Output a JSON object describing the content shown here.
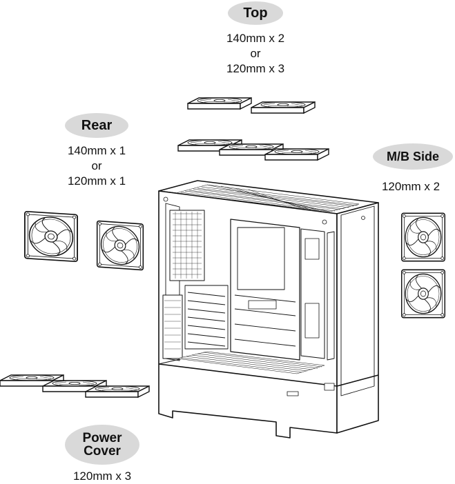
{
  "zones": {
    "top": {
      "title": "Top",
      "line1": "140mm x 2",
      "line2": "or",
      "line3": "120mm x 3"
    },
    "rear": {
      "title": "Rear",
      "line1": "140mm x 1",
      "line2": "or",
      "line3": "120mm x 1"
    },
    "mb_side": {
      "title": "M/B Side",
      "line1": "120mm x 2"
    },
    "power_cover": {
      "title_line1": "Power",
      "title_line2": "Cover",
      "line1": "120mm x 3"
    }
  },
  "colors": {
    "pill": "#d9d9d9",
    "line": "#111111"
  }
}
